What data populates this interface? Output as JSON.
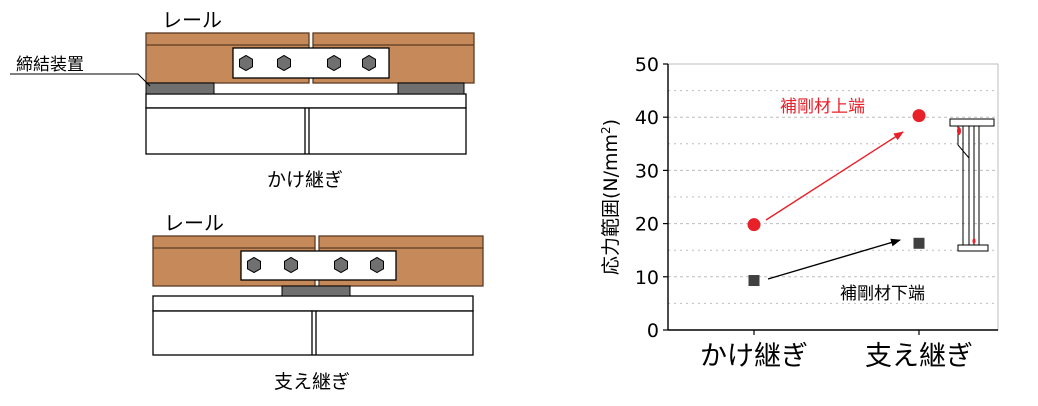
{
  "colors": {
    "wood": "#c68a5a",
    "wood_edge": "#5a3a22",
    "plate": "#ffffff",
    "bolt": "#707070",
    "device": "#707070",
    "red_series": "#e8202a",
    "black_series": "#404040",
    "grid": "#bdbdbd"
  },
  "diagrams": {
    "top": {
      "rail_label": "レール",
      "device_label": "締結装置",
      "caption": "かけ継ぎ"
    },
    "bottom": {
      "rail_label": "レール",
      "caption": "支え継ぎ"
    }
  },
  "chart_data": {
    "type": "scatter",
    "categories": [
      "かけ継ぎ",
      "支え継ぎ"
    ],
    "ylabel_main": "応力範囲(N/mm",
    "ylabel_sup": "2",
    "ylabel_tail": ")",
    "ylim": [
      0,
      50
    ],
    "yticks": [
      0,
      10,
      20,
      30,
      40,
      50
    ],
    "grid": true,
    "series": [
      {
        "name": "補剛材上端",
        "color": "#e8202a",
        "marker": "circle",
        "values": [
          19.8,
          40.3
        ]
      },
      {
        "name": "補剛材下端",
        "color": "#404040",
        "marker": "square",
        "values": [
          9.3,
          16.3
        ]
      }
    ]
  }
}
